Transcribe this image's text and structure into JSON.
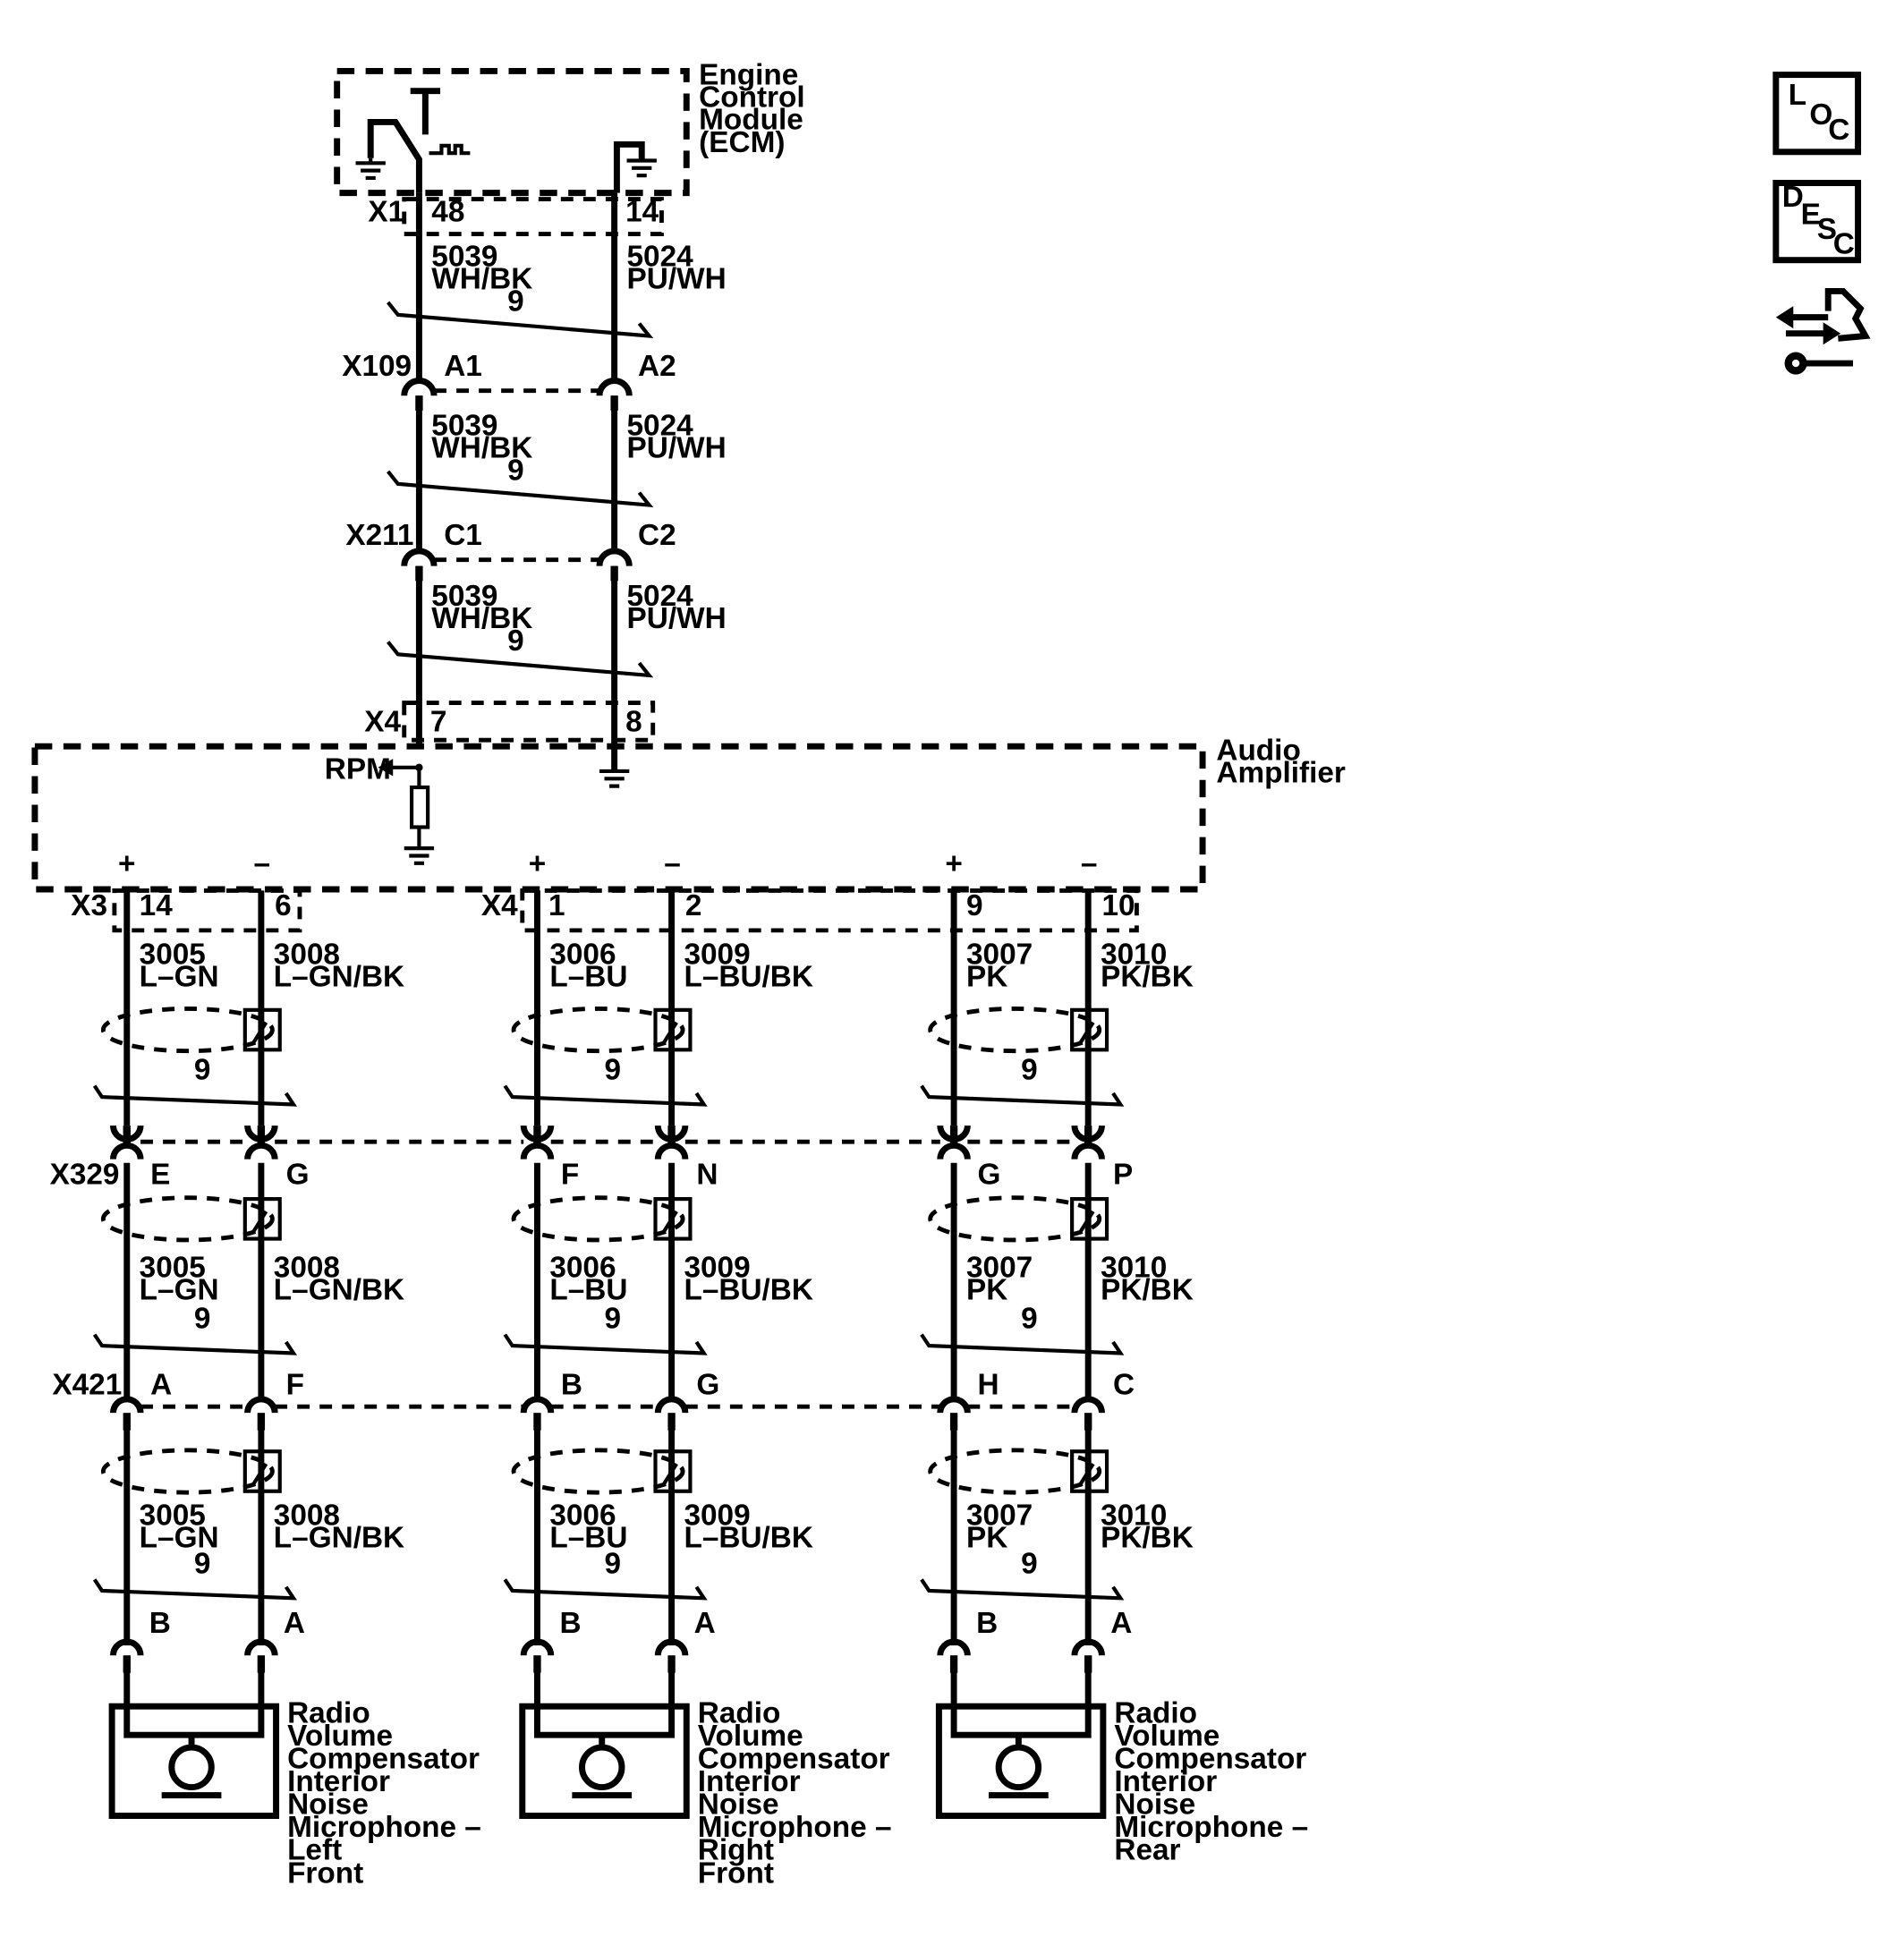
{
  "ecm": {
    "label_lines": [
      "Engine",
      "Control",
      "Module",
      "(ECM)"
    ],
    "connector": "X1",
    "pins": [
      "48",
      "14"
    ]
  },
  "top_wires": [
    {
      "circuit": "5039",
      "color": "WH/BK"
    },
    {
      "circuit": "5024",
      "color": "PU/WH"
    }
  ],
  "inline_connectors": [
    {
      "name": "X109",
      "pins": [
        "A1",
        "A2"
      ]
    },
    {
      "name": "X211",
      "pins": [
        "C1",
        "C2"
      ]
    }
  ],
  "twist_label": "9",
  "amplifier": {
    "label_lines": [
      "Audio",
      "Amplifier"
    ],
    "input_connector": "X4",
    "input_pins": [
      "7",
      "8"
    ],
    "rpm_label": "RPM",
    "out_connectors": [
      "X3",
      "X4"
    ],
    "out_pins": [
      "14",
      "6",
      "1",
      "2",
      "9",
      "10"
    ],
    "polarity": [
      "+",
      "–",
      "+",
      "–",
      "+",
      "–"
    ]
  },
  "mic_wires": [
    {
      "circuit": "3005",
      "color": "L–GN"
    },
    {
      "circuit": "3008",
      "color": "L–GN/BK"
    },
    {
      "circuit": "3006",
      "color": "L–BU"
    },
    {
      "circuit": "3009",
      "color": "L–BU/BK"
    },
    {
      "circuit": "3007",
      "color": "PK"
    },
    {
      "circuit": "3010",
      "color": "PK/BK"
    }
  ],
  "x329": {
    "name": "X329",
    "pins": [
      "E",
      "G",
      "F",
      "N",
      "G",
      "P"
    ]
  },
  "x421": {
    "name": "X421",
    "pins": [
      "A",
      "F",
      "B",
      "G",
      "H",
      "C"
    ]
  },
  "mic_pins": [
    "B",
    "A",
    "B",
    "A",
    "B",
    "A"
  ],
  "microphones": [
    {
      "label_lines": [
        "Radio",
        "Volume",
        "Compensator",
        "Interior",
        "Noise",
        "Microphone –",
        "Left",
        "Front"
      ]
    },
    {
      "label_lines": [
        "Radio",
        "Volume",
        "Compensator",
        "Interior",
        "Noise",
        "Microphone –",
        "Right",
        "Front"
      ]
    },
    {
      "label_lines": [
        "Radio",
        "Volume",
        "Compensator",
        "Interior",
        "Noise",
        "Microphone –",
        "Rear"
      ]
    }
  ],
  "side_icons": {
    "loc": [
      "L",
      "O",
      "C"
    ],
    "desc": [
      "D",
      "E",
      "S",
      "C"
    ],
    "third": "connector-repair-icon"
  }
}
